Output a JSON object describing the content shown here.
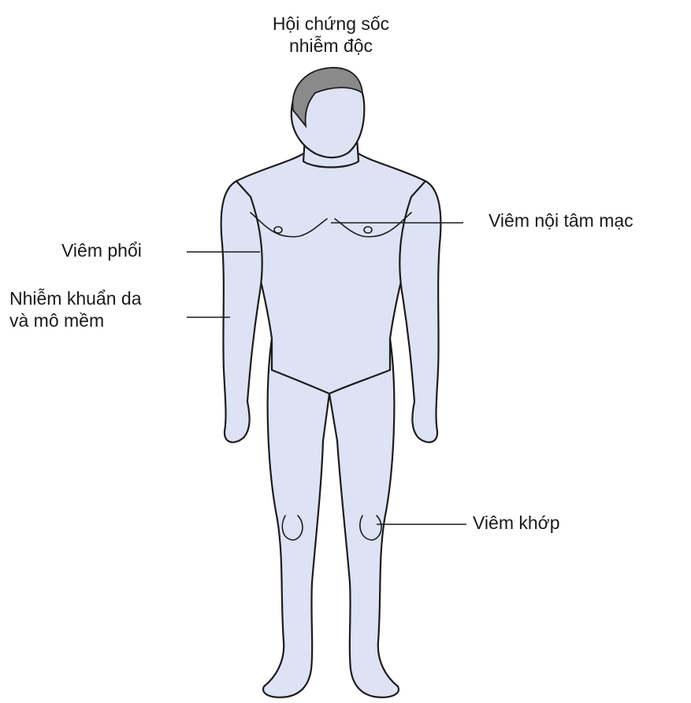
{
  "colors": {
    "body_fill": "#dde3f5",
    "outline": "#1c1c1c",
    "hair": "#8a8a8a",
    "leader_line": "#1c1c1c"
  },
  "labels": {
    "toxic_shock_line1": "Hội chứng sốc",
    "toxic_shock_line2": "nhiễm độc",
    "endocarditis": "Viêm nội tâm mạc",
    "pneumonia": "Viêm phổi",
    "skin_line1": "Nhiễm khuẩn da",
    "skin_line2": "và mô mềm",
    "arthritis": "Viêm khớp"
  }
}
